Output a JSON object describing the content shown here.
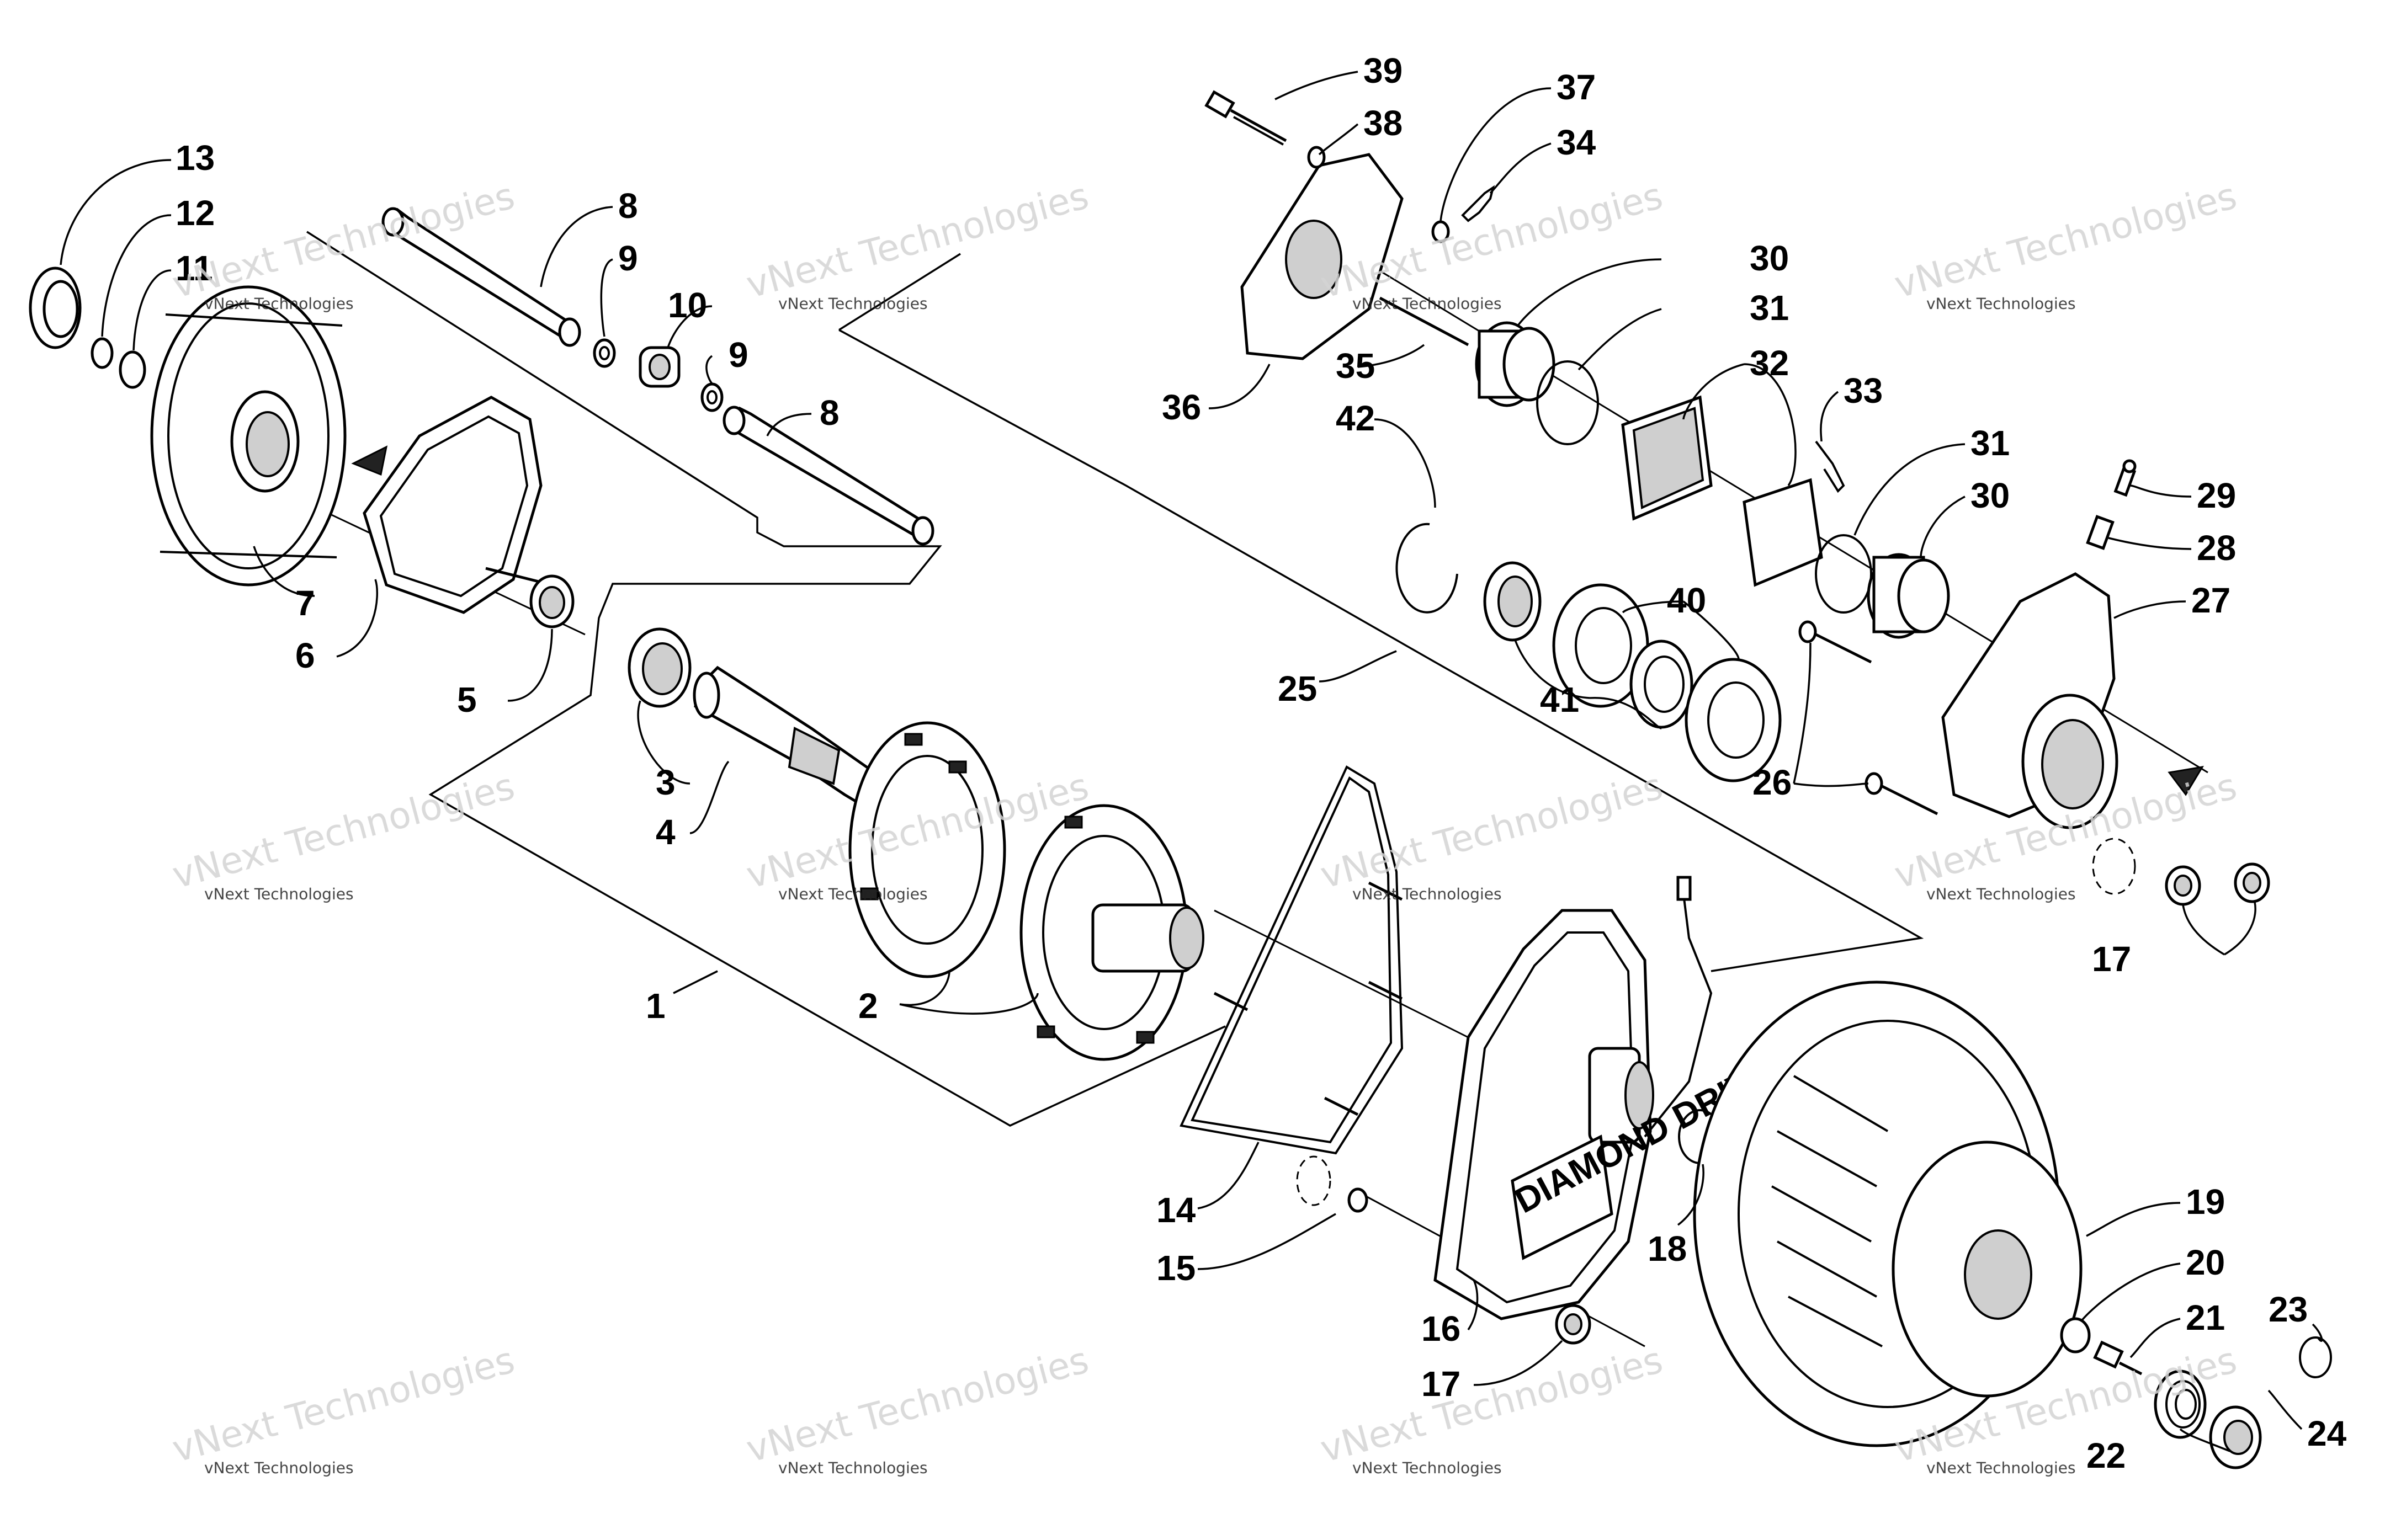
{
  "diagram": {
    "type": "exploded-parts-diagram",
    "callouts": [
      "1",
      "2",
      "3",
      "4",
      "5",
      "6",
      "7",
      "8",
      "9",
      "10",
      "11",
      "12",
      "13",
      "14",
      "15",
      "16",
      "17",
      "18",
      "19",
      "20",
      "21",
      "22",
      "23",
      "24",
      "25",
      "26",
      "27",
      "28",
      "29",
      "30",
      "31",
      "32",
      "33",
      "34",
      "35",
      "36",
      "37",
      "38",
      "39",
      "40",
      "41",
      "42"
    ],
    "watermark": {
      "brand": "vNext Technologies",
      "big": "vNext Technologies",
      "small": "vNext Technologies"
    },
    "case_lettering": "DIAMOND DRIVE"
  }
}
